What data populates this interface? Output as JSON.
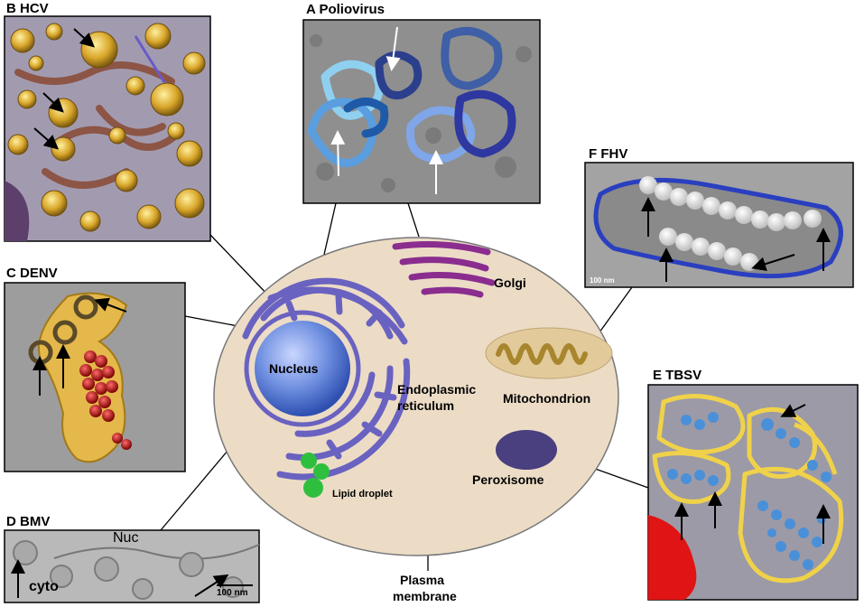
{
  "panels": {
    "a": {
      "title": "A  Poliovirus"
    },
    "b": {
      "title": "B  HCV"
    },
    "c": {
      "title": "C  DENV"
    },
    "d": {
      "title": "D  BMV",
      "nuc_label": "Nuc",
      "cyto_label": "cyto",
      "scale_label": "100 nm"
    },
    "e": {
      "title": "E  TBSV"
    },
    "f": {
      "title": "F  FHV",
      "scale_label": "100 nm"
    }
  },
  "cell": {
    "nucleus": "Nucleus",
    "golgi": "Golgi",
    "mitochondrion": "Mitochondrion",
    "er_line1": "Endoplasmic",
    "er_line2": "reticulum",
    "peroxisome": "Peroxisome",
    "lipid_droplet": "Lipid droplet",
    "plasma_line1": "Plasma",
    "plasma_line2": "membrane"
  },
  "colors": {
    "cytoplasm": "#ecdcc6",
    "nucleus": "#5f7fd8",
    "er": "#6a62c0",
    "golgi": "#8a2d8f",
    "mitochondrion": "#a8862e",
    "peroxisome": "#4a3f7f",
    "lipid_droplet": "#2fbf3f",
    "em_gray": "#9b9b9b"
  }
}
